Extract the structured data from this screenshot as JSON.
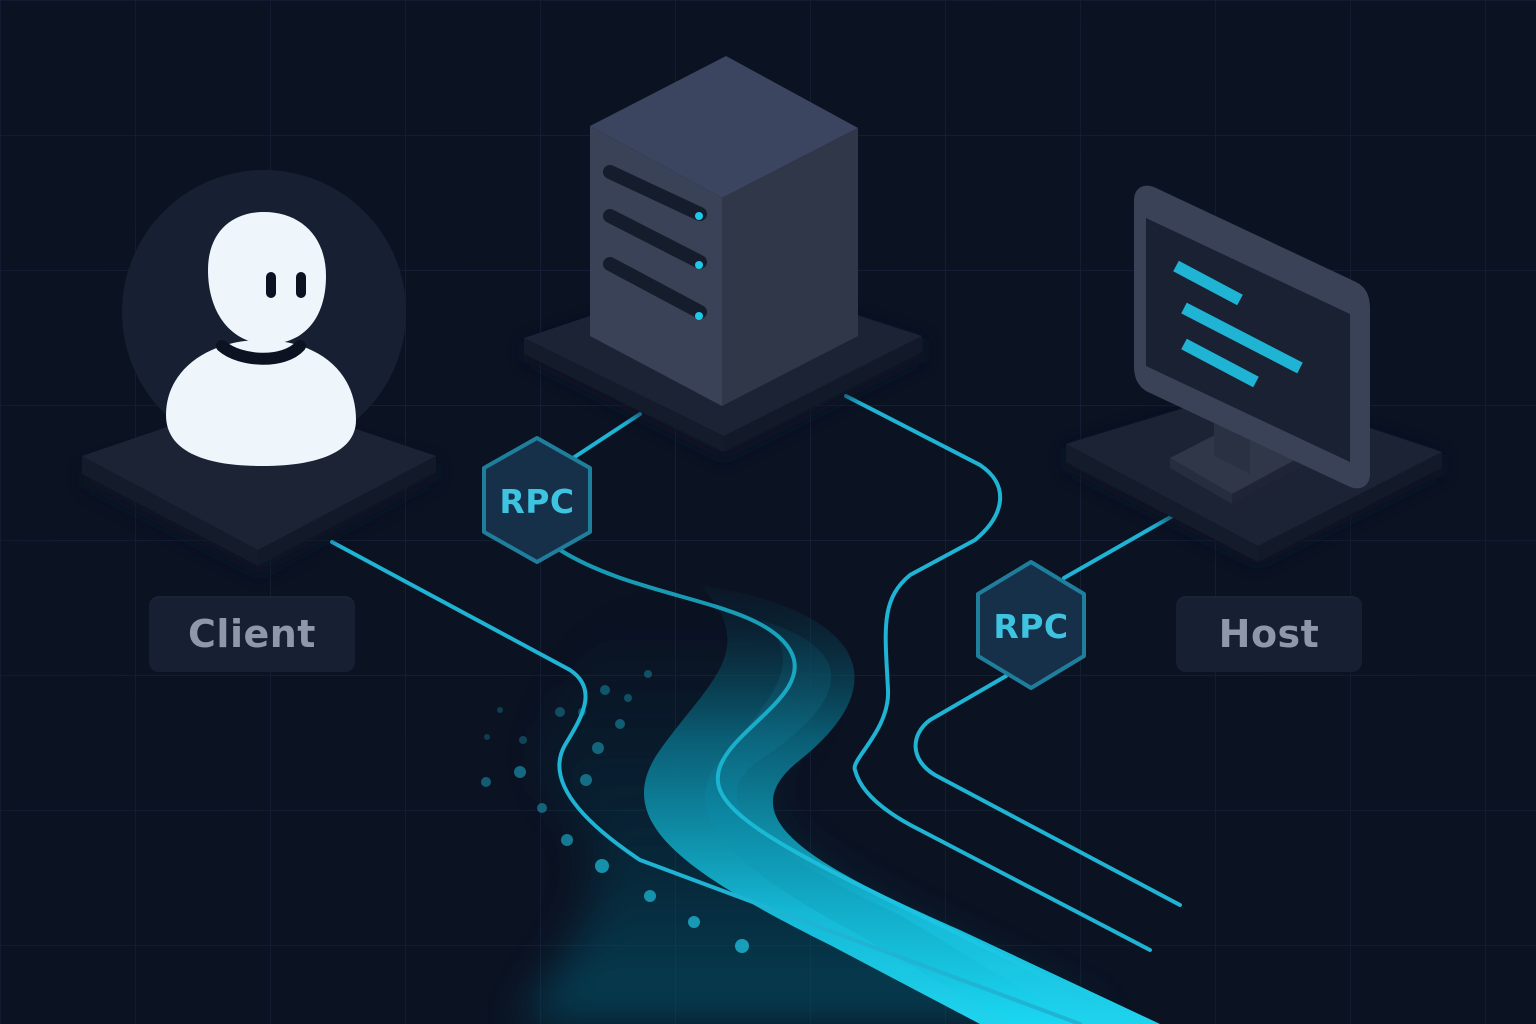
{
  "nodes": {
    "client": {
      "label": "Client"
    },
    "host": {
      "label": "Host"
    }
  },
  "badges": {
    "rpc_left": {
      "label": "RPC"
    },
    "rpc_right": {
      "label": "RPC"
    }
  },
  "icons": {
    "client": "user-avatar-icon",
    "server": "server-rack-icon",
    "host": "monitor-icon"
  },
  "colors": {
    "background": "#0b1222",
    "grid": "#152036",
    "accent": "#1fc8e6",
    "label_text": "#8f98a8",
    "node_dark": "#3a4258"
  }
}
